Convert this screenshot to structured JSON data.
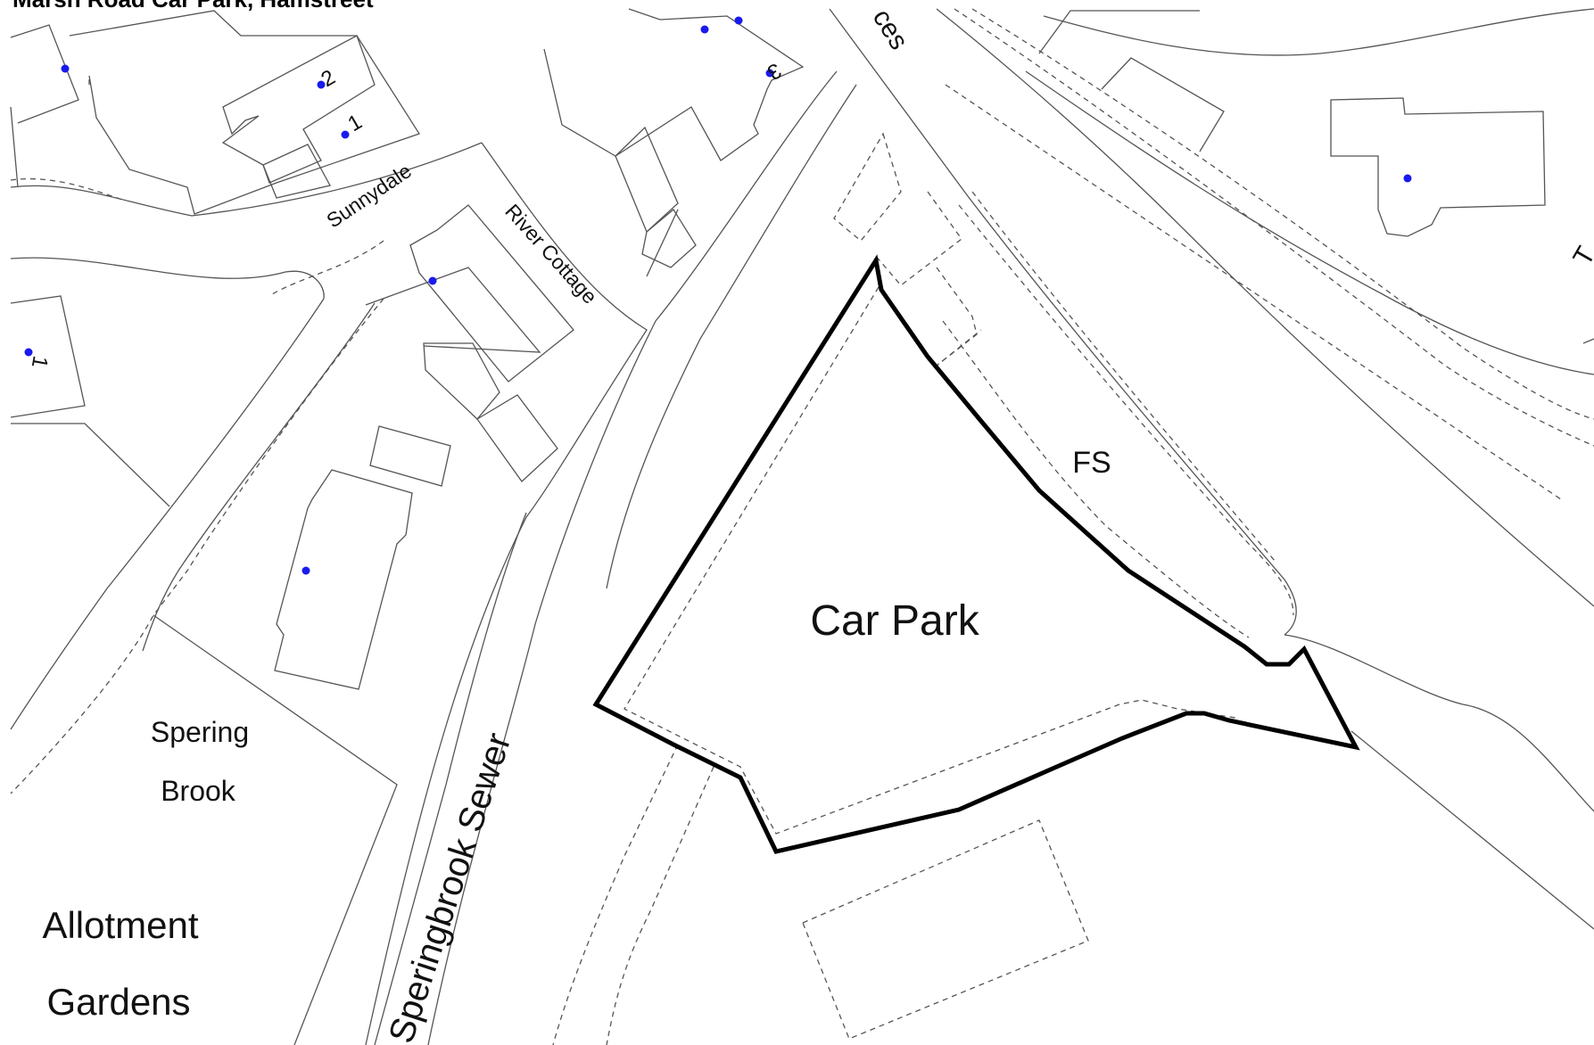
{
  "map": {
    "title": "Marsh Road Car Park, Hamstreet",
    "labels": {
      "car_park": "Car Park",
      "fs": "FS",
      "sunnydale": "Sunnydale",
      "river_cottage": "River Cottage",
      "sperringbrook_sewer": "Speringbrook Sewer",
      "spering": "Spering",
      "brook": "Brook",
      "allotment": "Allotment",
      "gardens": "Gardens",
      "ces": "ces",
      "house_1": "1",
      "house_2": "2",
      "house_3": "3",
      "house_1_west": "1",
      "edge_t": "T"
    },
    "colors": {
      "address_point": "#1a1aee",
      "site_boundary": "#000000",
      "linework": "#555555"
    }
  }
}
